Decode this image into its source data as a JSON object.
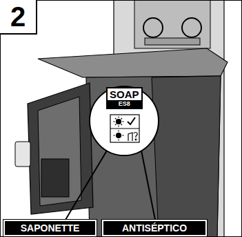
{
  "diagram": {
    "nodes": [
      {
        "text": [
          "SOAP",
          "ES8"
        ]
      },
      {
        "text": [
          "SAPONETTE"
        ]
      },
      {
        "text": [
          "ANTISÉPTICO"
        ]
      }
    ],
    "labels": [
      "2"
    ]
  }
}
